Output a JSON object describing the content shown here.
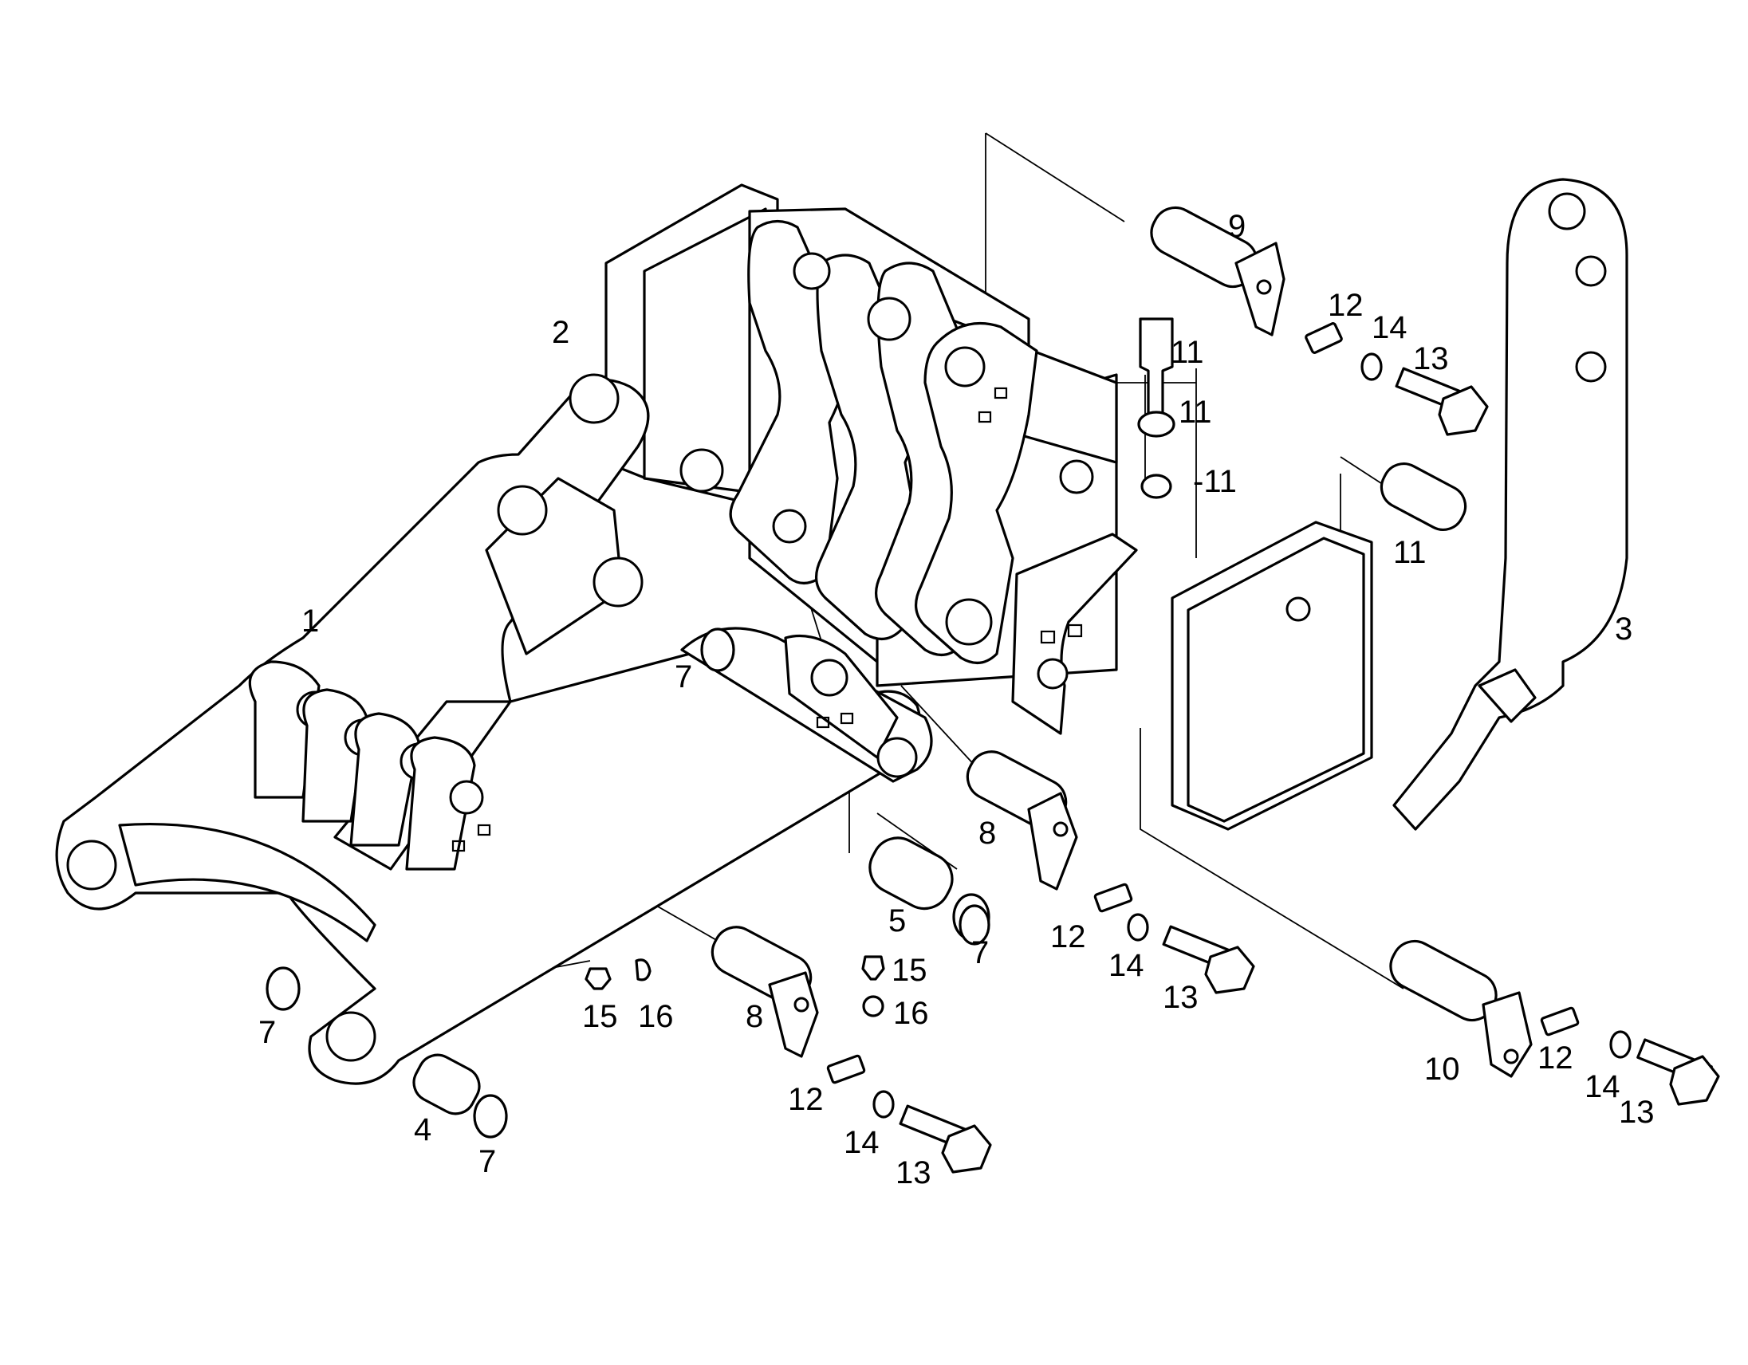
{
  "diagram": {
    "style": "exploded-parts-view",
    "line_color": "#000000",
    "background": "#ffffff",
    "callouts": {
      "c1": "1",
      "c2": "2",
      "c3": "3",
      "c4": "4",
      "c5": "5",
      "c7a": "7",
      "c7b": "7",
      "c7c": "7",
      "c7d": "7",
      "c8a": "8",
      "c8b": "8",
      "c9": "9",
      "c10": "10",
      "c11a": "11",
      "c11b": "11",
      "c11c": "-11",
      "c11d": "11",
      "c12a": "12",
      "c12b": "12",
      "c12c": "12",
      "c12d": "12",
      "c13a": "13",
      "c13b": "13",
      "c13c": "13",
      "c13d": "13",
      "c14a": "14",
      "c14b": "14",
      "c14c": "14",
      "c14d": "14",
      "c15a": "15",
      "c15b": "15",
      "c16a": "16",
      "c16b": "16"
    }
  }
}
